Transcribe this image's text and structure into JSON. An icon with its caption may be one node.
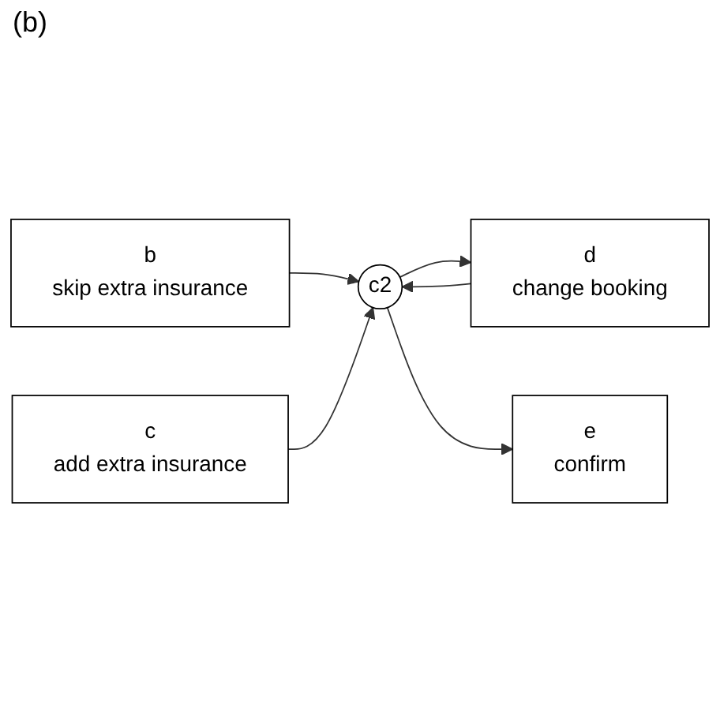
{
  "diagram": {
    "nodes": [
      {
        "text": [
          "b",
          "skip extra insurance"
        ]
      },
      {
        "text": [
          "d",
          "change booking"
        ]
      },
      {
        "text": [
          "c",
          "add extra insurance"
        ]
      },
      {
        "text": [
          "c2"
        ]
      },
      {
        "text": [
          "e",
          "confirm"
        ]
      }
    ],
    "edges": [
      {
        "from": 0,
        "to": 3,
        "arrow": "to"
      },
      {
        "from": 2,
        "to": 3,
        "arrow": "to"
      },
      {
        "from": 3,
        "to": 1,
        "arrow": "to"
      },
      {
        "from": 1,
        "to": 3,
        "arrow": "to"
      },
      {
        "from": 3,
        "to": 4,
        "arrow": "to"
      }
    ],
    "labels": [
      "(b)"
    ]
  }
}
